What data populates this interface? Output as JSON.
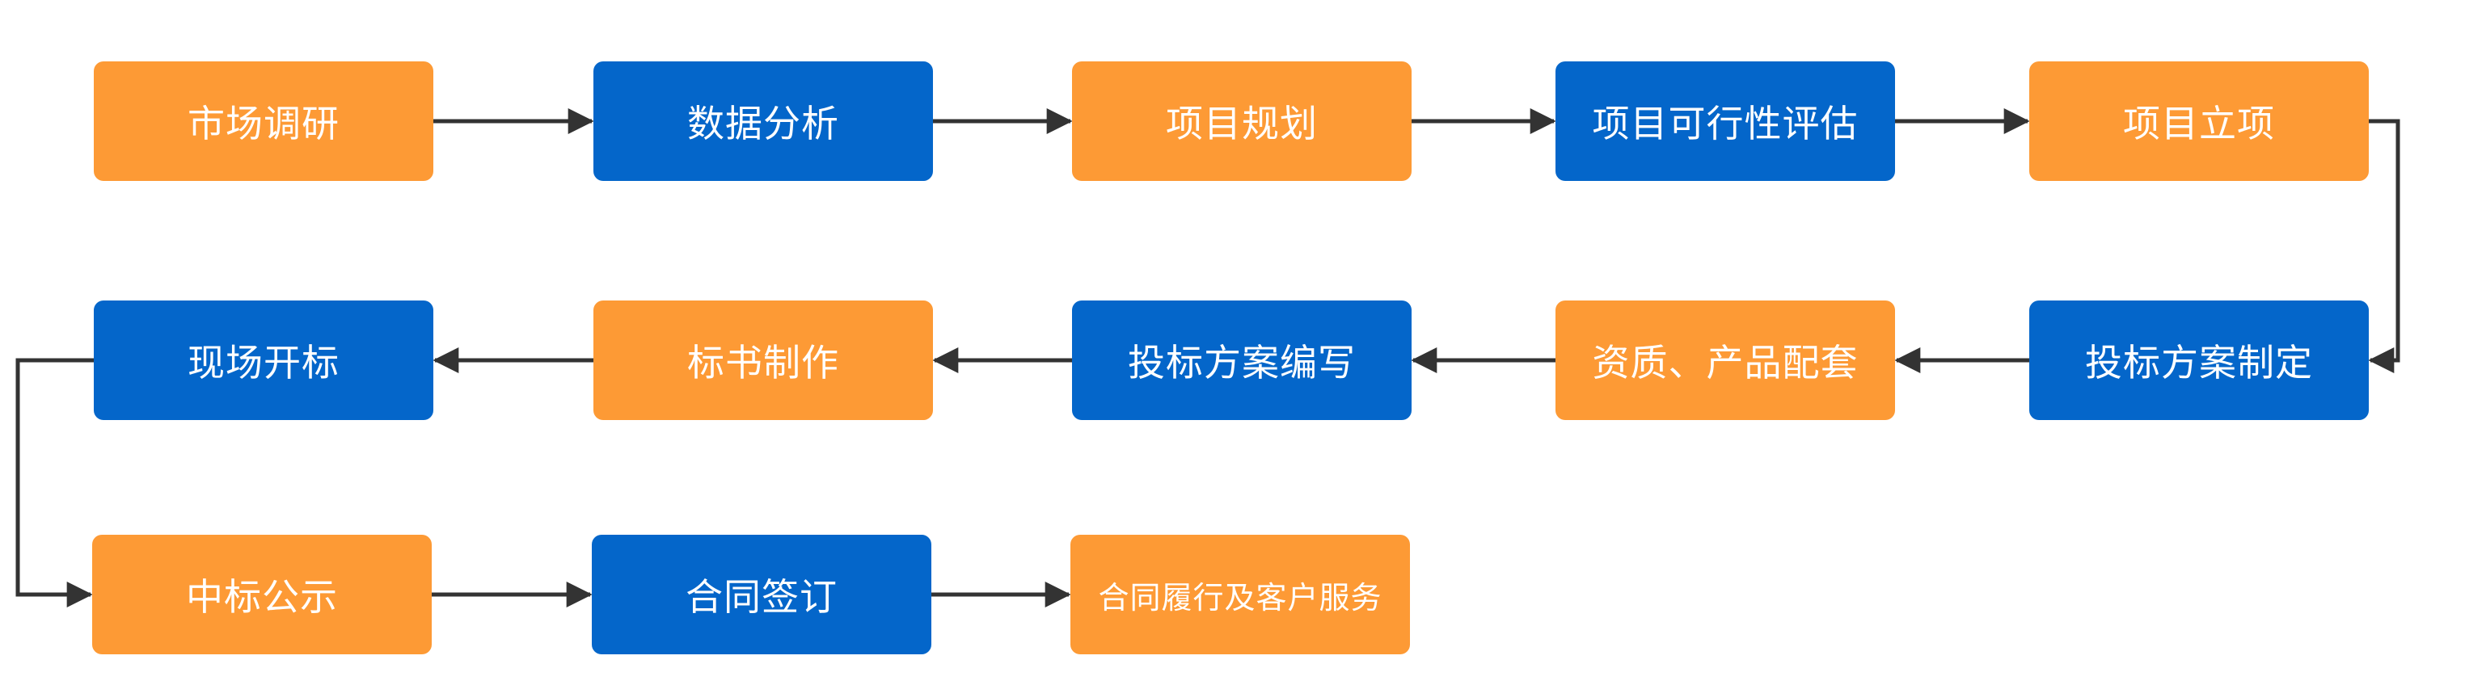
{
  "colors": {
    "orange": "#FD9A35",
    "blue": "#0466CA",
    "arrow": "#333333"
  },
  "nodes": [
    {
      "id": "n1",
      "label": "市场调研",
      "color": "orange"
    },
    {
      "id": "n2",
      "label": "数据分析",
      "color": "blue"
    },
    {
      "id": "n3",
      "label": "项目规划",
      "color": "orange"
    },
    {
      "id": "n4",
      "label": "项目可行性评估",
      "color": "blue"
    },
    {
      "id": "n5",
      "label": "项目立项",
      "color": "orange"
    },
    {
      "id": "n6",
      "label": "投标方案制定",
      "color": "blue"
    },
    {
      "id": "n7",
      "label": "资质、产品配套",
      "color": "orange"
    },
    {
      "id": "n8",
      "label": "投标方案编写",
      "color": "blue"
    },
    {
      "id": "n9",
      "label": "标书制作",
      "color": "orange"
    },
    {
      "id": "n10",
      "label": "现场开标",
      "color": "blue"
    },
    {
      "id": "n11",
      "label": "中标公示",
      "color": "orange"
    },
    {
      "id": "n12",
      "label": "合同签订",
      "color": "blue"
    },
    {
      "id": "n13",
      "label": "合同履行及客户服务",
      "color": "orange"
    }
  ],
  "edges": [
    [
      "n1",
      "n2"
    ],
    [
      "n2",
      "n3"
    ],
    [
      "n3",
      "n4"
    ],
    [
      "n4",
      "n5"
    ],
    [
      "n5",
      "n6"
    ],
    [
      "n6",
      "n7"
    ],
    [
      "n7",
      "n8"
    ],
    [
      "n8",
      "n9"
    ],
    [
      "n9",
      "n10"
    ],
    [
      "n10",
      "n11"
    ],
    [
      "n11",
      "n12"
    ],
    [
      "n12",
      "n13"
    ]
  ]
}
